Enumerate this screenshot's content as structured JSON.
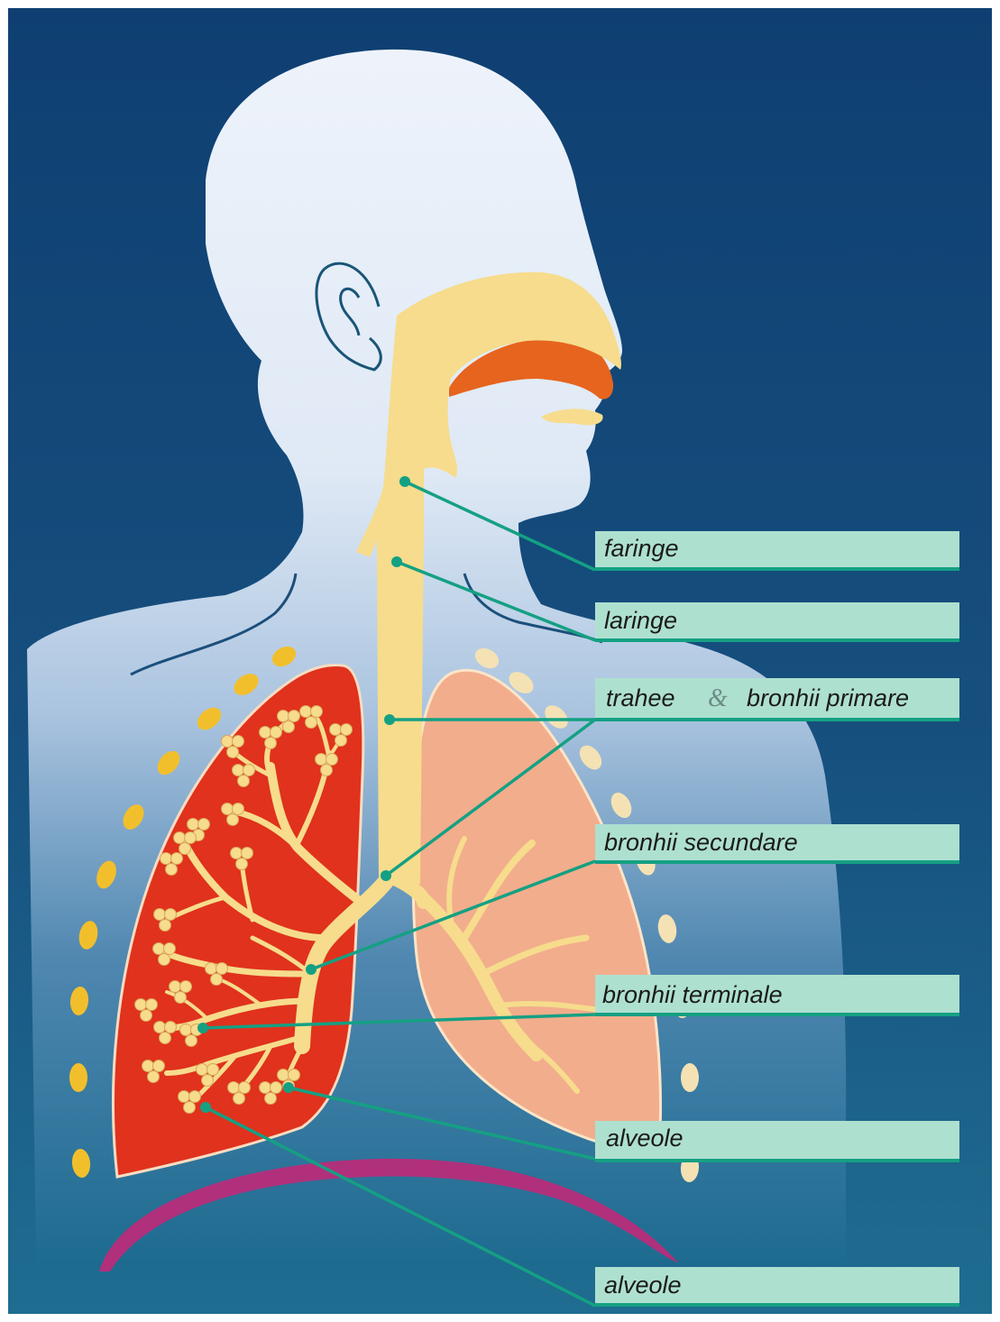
{
  "labels": {
    "faringe": "faringe",
    "laringe": "laringe",
    "trahee": "trahee",
    "ampersand": "&",
    "bronhii_primare": "bronhii primare",
    "bronhii_secundare": "bronhii secundare",
    "bronhii_terminale": "bronhii terminale",
    "alveole_1": "alveole",
    "alveole_2": "alveole"
  },
  "colors": {
    "background_top": "#0e3f72",
    "background_bottom": "#1d6a8f",
    "body_silhouette": "#e6eef8",
    "airway": "#f6dc8c",
    "left_lung": "#e0321d",
    "right_lung": "#f2ad8c",
    "diaphragm": "#b0307c",
    "nasal_cavity": "#e6641e",
    "rib_dots_left": "#f2bf2c",
    "rib_dots_right": "#f4e2b4",
    "label_box": "#aee0d0",
    "leader_line": "#15a083"
  }
}
